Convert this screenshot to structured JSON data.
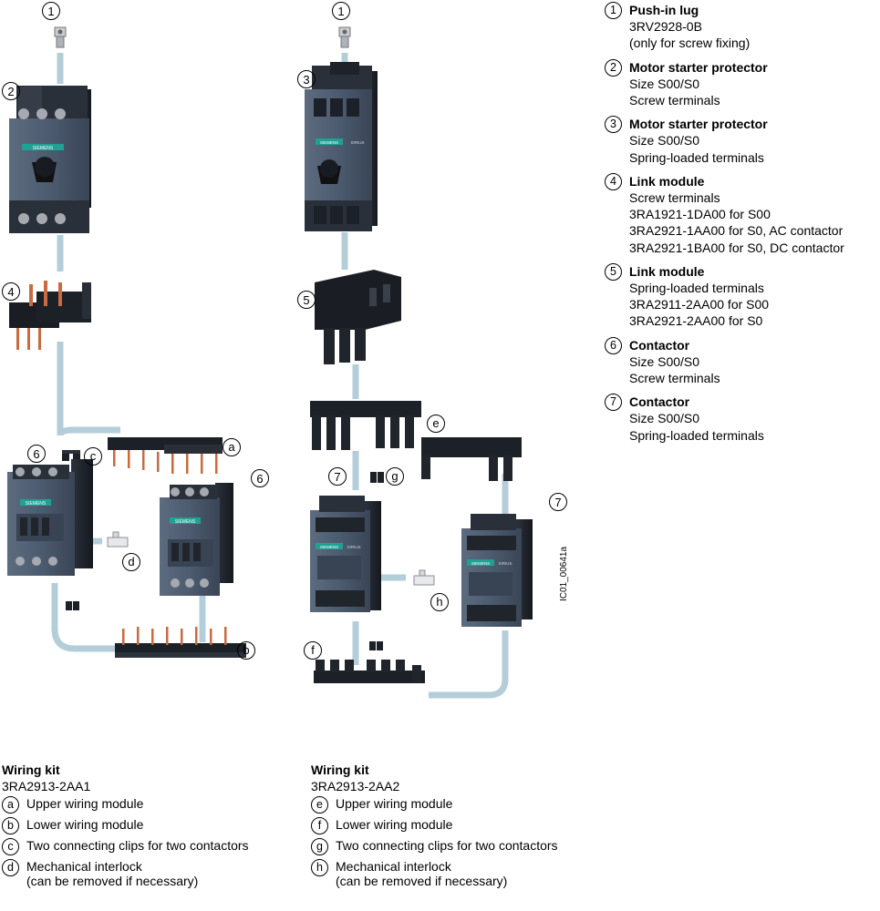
{
  "legend": [
    {
      "num": "1",
      "title": "Push-in lug",
      "lines": [
        "3RV2928-0B",
        "(only for screw fixing)"
      ]
    },
    {
      "num": "2",
      "title": "Motor starter protector",
      "lines": [
        "Size S00/S0",
        "Screw terminals"
      ]
    },
    {
      "num": "3",
      "title": "Motor starter protector",
      "lines": [
        "Size S00/S0",
        "Spring-loaded terminals"
      ]
    },
    {
      "num": "4",
      "title": "Link module",
      "lines": [
        "Screw terminals",
        "3RA1921-1DA00 for S00",
        "3RA2921-1AA00 for S0, AC contactor",
        "3RA2921-1BA00 for S0, DC contactor"
      ]
    },
    {
      "num": "5",
      "title": "Link module",
      "lines": [
        "Spring-loaded terminals",
        "3RA2911-2AA00 for S00",
        "3RA2921-2AA00 for S0"
      ]
    },
    {
      "num": "6",
      "title": "Contactor",
      "lines": [
        "Size S00/S0",
        "Screw terminals"
      ]
    },
    {
      "num": "7",
      "title": "Contactor",
      "lines": [
        "Size S00/S0",
        "Spring-loaded terminals"
      ]
    }
  ],
  "kits": [
    {
      "title": "Wiring kit",
      "code": "3RA2913-2AA1",
      "items": [
        {
          "letter": "a",
          "lines": [
            "Upper wiring module"
          ]
        },
        {
          "letter": "b",
          "lines": [
            "Lower wiring module"
          ]
        },
        {
          "letter": "c",
          "lines": [
            "Two connecting clips for two contactors"
          ]
        },
        {
          "letter": "d",
          "lines": [
            "Mechanical interlock",
            "(can be removed if necessary)"
          ]
        }
      ]
    },
    {
      "title": "Wiring kit",
      "code": "3RA2913-2AA2",
      "items": [
        {
          "letter": "e",
          "lines": [
            "Upper wiring module"
          ]
        },
        {
          "letter": "f",
          "lines": [
            "Lower wiring module"
          ]
        },
        {
          "letter": "g",
          "lines": [
            "Two connecting clips for two contactors"
          ]
        },
        {
          "letter": "h",
          "lines": [
            "Mechanical interlock",
            "(can be removed if necessary)"
          ]
        }
      ]
    }
  ],
  "diagram": {
    "brand": "SIEMENS",
    "series": "SIRIUS",
    "figure_id": "IC01_00641a",
    "callouts": [
      "1",
      "2",
      "4",
      "6",
      "c",
      "a",
      "d",
      "6",
      "b",
      "1",
      "3",
      "5",
      "e",
      "7",
      "g",
      "7",
      "h",
      "f"
    ]
  },
  "colors": {
    "device_body": "#4c5b6f",
    "device_dark": "#232831",
    "connector_line": "#b4ced9",
    "brand_green": "#1fa293",
    "copper": "#c96a3f"
  }
}
